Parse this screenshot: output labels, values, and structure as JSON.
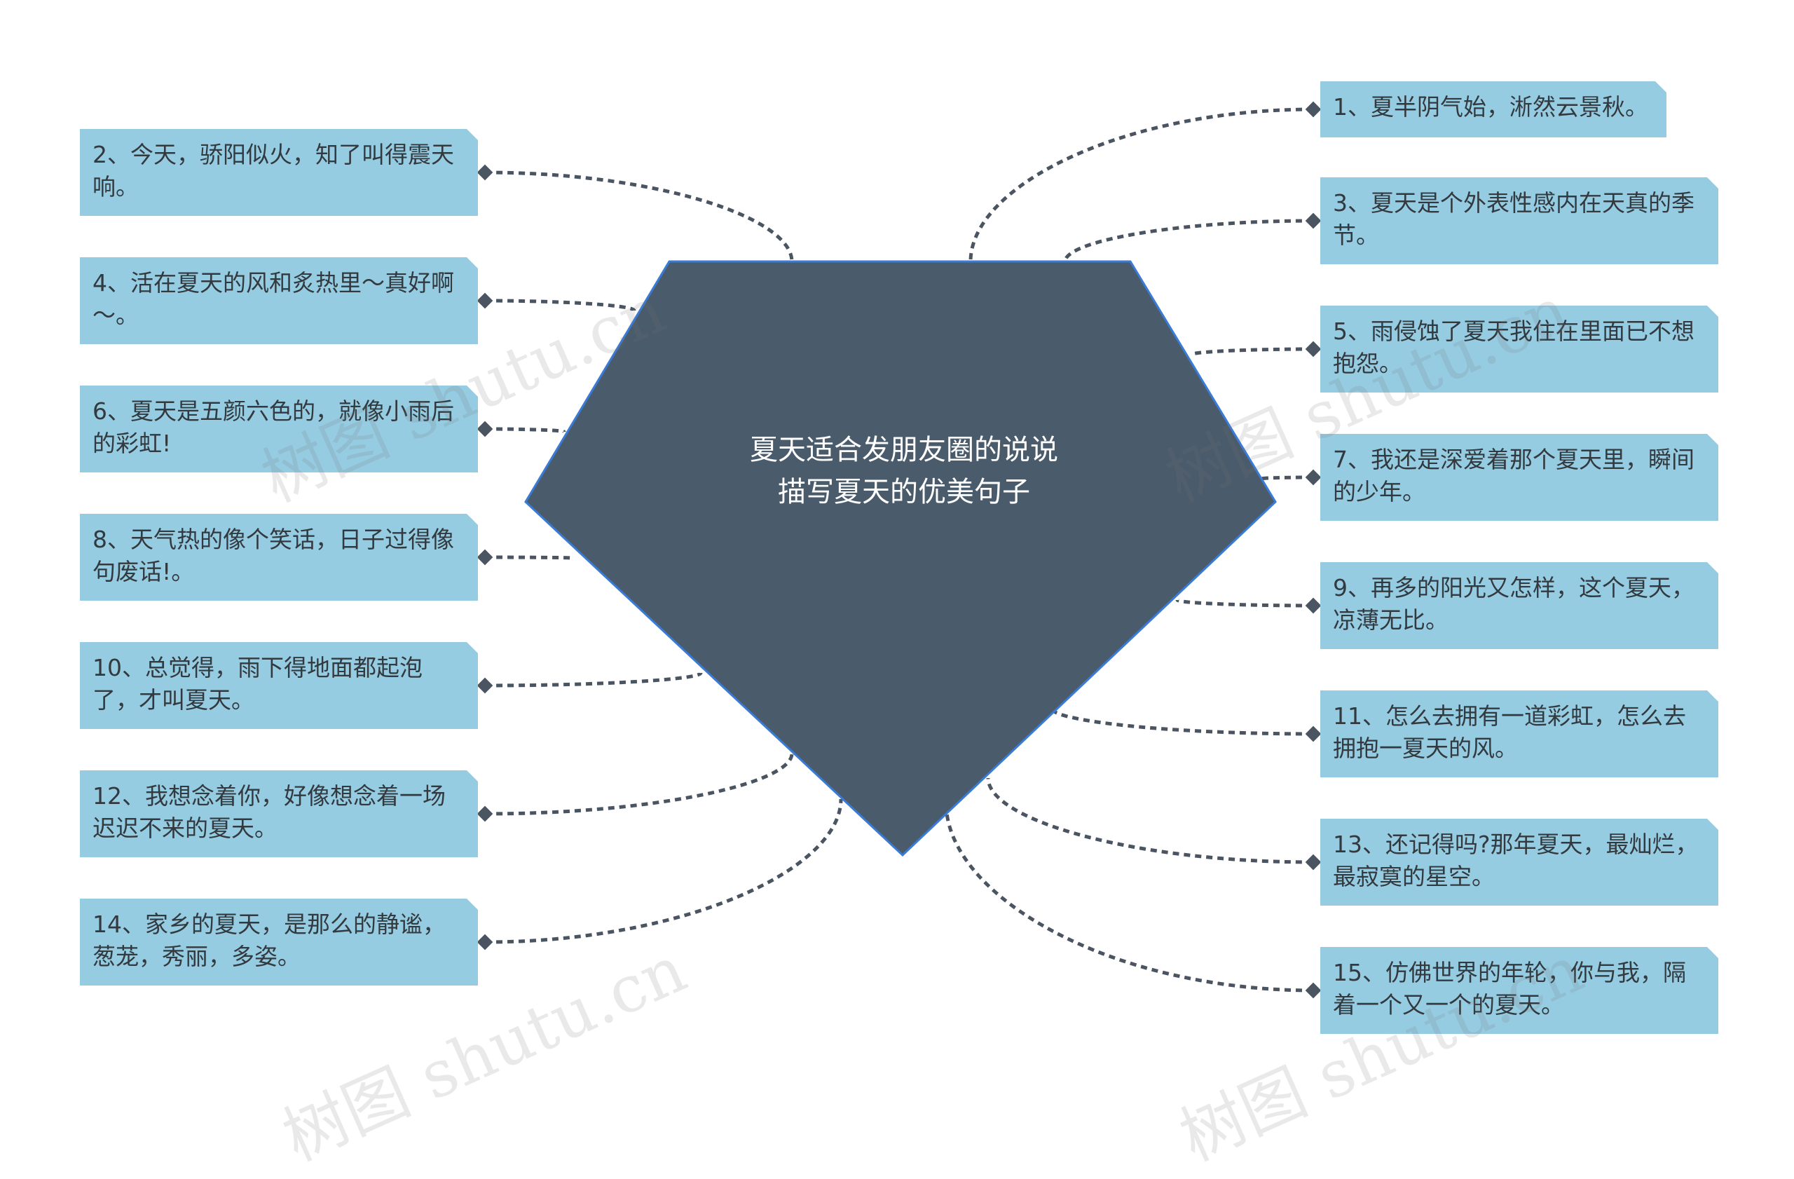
{
  "center": {
    "line1": "夏天适合发朋友圈的说说",
    "line2": "描写夏天的优美句子",
    "fill": "#4a5b6c",
    "border": "#3a7bd5"
  },
  "nodes": [
    {
      "id": "n1",
      "side": "right",
      "text": "1、夏半阴气始，淅然云景秋。"
    },
    {
      "id": "n2",
      "side": "left",
      "text": "2、今天，骄阳似火，知了叫得震天响。"
    },
    {
      "id": "n3",
      "side": "right",
      "text": "3、夏天是个外表性感内在天真的季节。"
    },
    {
      "id": "n4",
      "side": "left",
      "text": "4、活在夏天的风和炙热里～真好啊～。"
    },
    {
      "id": "n5",
      "side": "right",
      "text": "5、雨侵蚀了夏天我住在里面已不想抱怨。"
    },
    {
      "id": "n6",
      "side": "left",
      "text": "6、夏天是五颜六色的，就像小雨后的彩虹!"
    },
    {
      "id": "n7",
      "side": "right",
      "text": "7、我还是深爱着那个夏天里，瞬间的少年。"
    },
    {
      "id": "n8",
      "side": "left",
      "text": "8、天气热的像个笑话，日子过得像句废话!。"
    },
    {
      "id": "n9",
      "side": "right",
      "text": "9、再多的阳光又怎样，这个夏天，凉薄无比。"
    },
    {
      "id": "n10",
      "side": "left",
      "text": "10、总觉得，雨下得地面都起泡了，才叫夏天。"
    },
    {
      "id": "n11",
      "side": "right",
      "text": "11、怎么去拥有一道彩虹，怎么去拥抱一夏天的风。"
    },
    {
      "id": "n12",
      "side": "left",
      "text": "12、我想念着你，好像想念着一场迟迟不来的夏天。"
    },
    {
      "id": "n13",
      "side": "right",
      "text": "13、还记得吗?那年夏天，最灿烂，最寂寞的星空。"
    },
    {
      "id": "n14",
      "side": "left",
      "text": "14、家乡的夏天，是那么的静谧，葱茏，秀丽，多姿。"
    },
    {
      "id": "n15",
      "side": "right",
      "text": "15、仿佛世界的年轮，你与我，隔着一个又一个的夏天。"
    }
  ],
  "colors": {
    "node_fill": "#96cce2",
    "node_text": "#333a3f",
    "connector": "#4a5561"
  },
  "watermark": {
    "text": "树图 shutu.cn"
  }
}
